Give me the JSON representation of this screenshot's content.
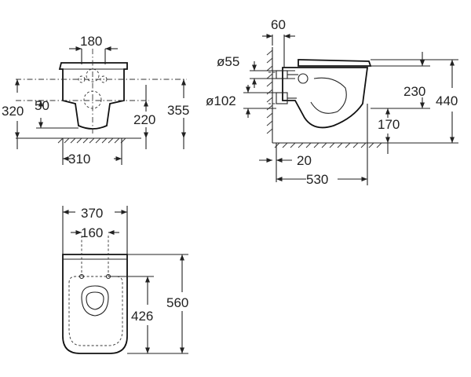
{
  "front_view": {
    "width_top": "180",
    "dim_left": "320",
    "dim_inner": "50",
    "dim_mid": "220",
    "dim_right": "355",
    "width_bottom": "310"
  },
  "side_view": {
    "wall_offset": "60",
    "diameter_small": "ø55",
    "diameter_large": "ø102",
    "dim_upper": "230",
    "dim_total_height": "440",
    "dim_lower": "170",
    "dim_gap": "20",
    "dim_length": "530"
  },
  "top_view": {
    "width_outer": "370",
    "width_inner": "160",
    "dim_inner_length": "426",
    "dim_total_length": "560"
  }
}
